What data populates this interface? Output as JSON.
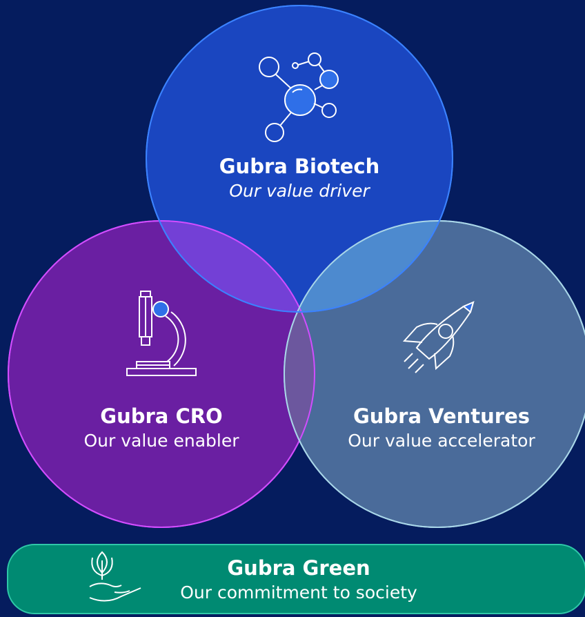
{
  "background_color": "#051c5e",
  "circles": [
    {
      "id": "biotech",
      "title": "Gubra Biotech",
      "subtitle": "Our value driver",
      "icon": "molecule-icon",
      "fill_color": "#1f4fd0",
      "stroke_color": "#3b82ff"
    },
    {
      "id": "cro",
      "title": "Gubra CRO",
      "subtitle": "Our value enabler",
      "icon": "microscope-icon",
      "fill_color": "#6a1fa2",
      "stroke_color": "#d24dff"
    },
    {
      "id": "ventures",
      "title": "Gubra Ventures",
      "subtitle": "Our value accelerator",
      "icon": "rocket-icon",
      "fill_color": "#4a6b9a",
      "stroke_color": "#a9d6e8"
    }
  ],
  "green": {
    "title": "Gubra Green",
    "subtitle": "Our commitment to society",
    "icon": "leaf-hand-icon",
    "fill_color": "#008a72",
    "stroke_color": "#2fc8a8"
  }
}
